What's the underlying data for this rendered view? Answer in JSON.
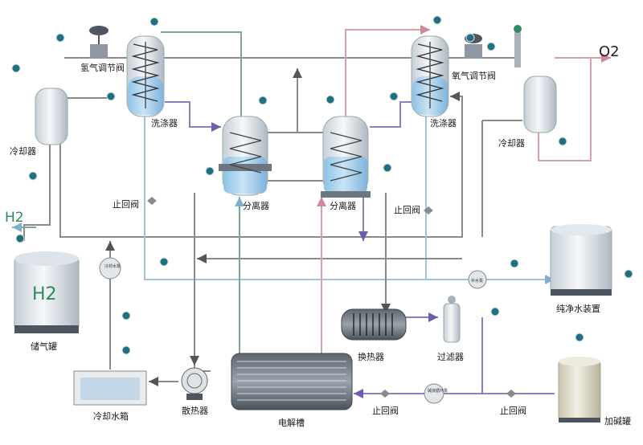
{
  "labels": {
    "h2_valve": "氢气调节阀",
    "o2_valve": "氧气调节阀",
    "scrubber_left": "洗涤器",
    "scrubber_right": "洗涤器",
    "cooler_left": "冷却器",
    "cooler_right": "冷却器",
    "separator_left": "分离器",
    "separator_right": "分离器",
    "check_valve_left": "止回阀",
    "check_valve_right": "止回阀",
    "check_valve_bottom_mid": "止回阀",
    "check_valve_bottom_right": "止回阀",
    "h2_out": "H2",
    "o2_out": "O2",
    "tank_h2_text": "H2",
    "gas_tank": "储气罐",
    "cooling_pump": "冷却水泵",
    "cooling_tank": "冷却水箱",
    "radiator": "散热器",
    "electrolyzer": "电解槽",
    "heat_exchanger": "换热器",
    "filter": "过滤器",
    "makeup_pump": "补水泵",
    "pure_water": "纯净水装置",
    "alkali_pump": "碱液循环泵",
    "alkali_tank": "加碱罐"
  },
  "colors": {
    "gray_line": "#8a8a8a",
    "green_line": "#7aa898",
    "blue_line": "#9fc3d8",
    "pink_line": "#d9a0a8",
    "purple_line": "#8a80c0",
    "water": "#a9d3ef",
    "gas_text": "#2a8a5a"
  }
}
